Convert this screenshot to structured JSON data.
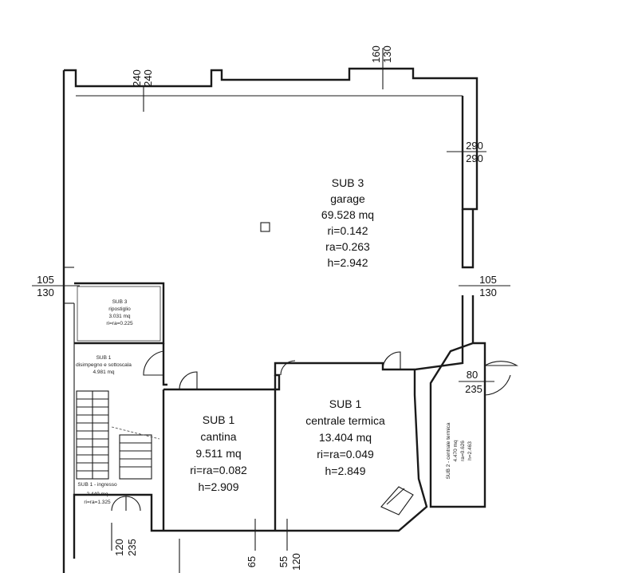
{
  "rooms": {
    "garage": {
      "sub": "SUB 3",
      "name": "garage",
      "area": "69.528 mq",
      "ri": "ri=0.142",
      "ra": "ra=0.263",
      "h": "h=2.942"
    },
    "ripostiglio": {
      "sub": "SUB 3",
      "name": "ripostiglio",
      "area": "3.031 mq",
      "rira": "ri=ra=0.225"
    },
    "disimpegno": {
      "sub": "SUB 1",
      "name": "disimpegno e sottoscala",
      "area": "4.981 mq"
    },
    "ingresso": {
      "sub": "SUB 1 - ingresso",
      "area": "2.449 mq",
      "rira": "ri=ra=1.325"
    },
    "cantina": {
      "sub": "SUB 1",
      "name": "cantina",
      "area": "9.511 mq",
      "rira": "ri=ra=0.082",
      "h": "h=2.909"
    },
    "centrale": {
      "sub": "SUB 1",
      "name": "centrale termica",
      "area": "13.404 mq",
      "rira": "ri=ra=0.049",
      "h": "h=2.849"
    },
    "sub2": {
      "sub": "SUB 2 - centrale termica",
      "area": "4.470 mq",
      "rira": "ra=0.626",
      "h": "h=2.463"
    }
  },
  "dimensions": {
    "top_left": {
      "top": "240",
      "bottom": "240"
    },
    "top_right": {
      "top": "160",
      "bottom": "130"
    },
    "right_upper": {
      "top": "290",
      "bottom": "290"
    },
    "left_mid": {
      "top": "105",
      "bottom": "130"
    },
    "right_mid": {
      "top": "105",
      "bottom": "130"
    },
    "right_small": {
      "top": "80",
      "bottom": "235"
    },
    "bottom_left": {
      "left": "120",
      "right": "235"
    },
    "bottom_mid": {
      "a": "65",
      "b": "55",
      "c": "120"
    }
  }
}
